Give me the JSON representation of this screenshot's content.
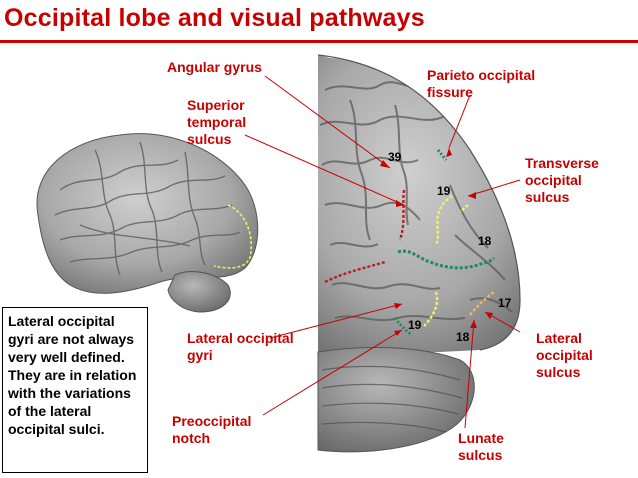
{
  "title": "Occipital lobe and visual pathways",
  "colors": {
    "title_red": "#c80000",
    "label_red": "#c80000",
    "dotted_yellow": "#f4ef6a",
    "dotted_green": "#1f8a5a",
    "dotted_red": "#b52020",
    "brain_gray": "#9a9a9a"
  },
  "labels": {
    "angular_gyrus": "Angular gyrus",
    "superior_temporal_sulcus": "Superior temporal sulcus",
    "parieto_occipital_fissure": "Parieto occipital fissure",
    "transverse_occipital_sulcus": "Transverse occipital sulcus",
    "lateral_occipital_gyri": "Lateral occipital gyri",
    "lateral_occipital_sulcus": "Lateral occipital sulcus",
    "preoccipital_notch": "Preoccipital notch",
    "lunate_sulcus": "Lunate sulcus"
  },
  "regions": {
    "area_39": "39",
    "area_19_upper": "19",
    "area_18_upper": "18",
    "area_17": "17",
    "area_19_lower": "19",
    "area_18_lower": "18"
  },
  "note": "Lateral occipital gyri are not always very well defined. They are in relation with the variations of the lateral occipital sulci."
}
